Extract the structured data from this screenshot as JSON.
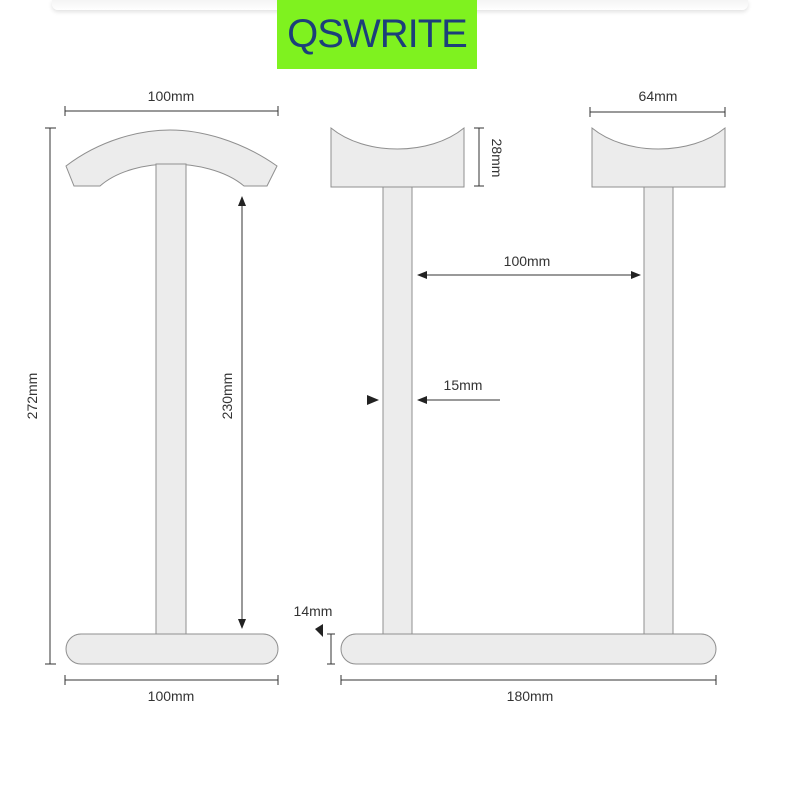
{
  "brand": {
    "name": "QSWRITE",
    "background_color": "#7ff21f",
    "text_color": "#1c3f7a"
  },
  "colors": {
    "part_fill": "#ececec",
    "part_stroke": "#8f8f8f",
    "dimension_line": "#333333"
  },
  "side_view": {
    "top_width_label": "100mm",
    "total_height_label": "272mm",
    "post_height_label": "230mm",
    "base_width_label": "100mm"
  },
  "front_view": {
    "cradle_width_label": "64mm",
    "cradle_height_label": "28mm",
    "post_spacing_label": "100mm",
    "post_width_label": "15mm",
    "base_height_label": "14mm",
    "base_length_label": "180mm"
  }
}
